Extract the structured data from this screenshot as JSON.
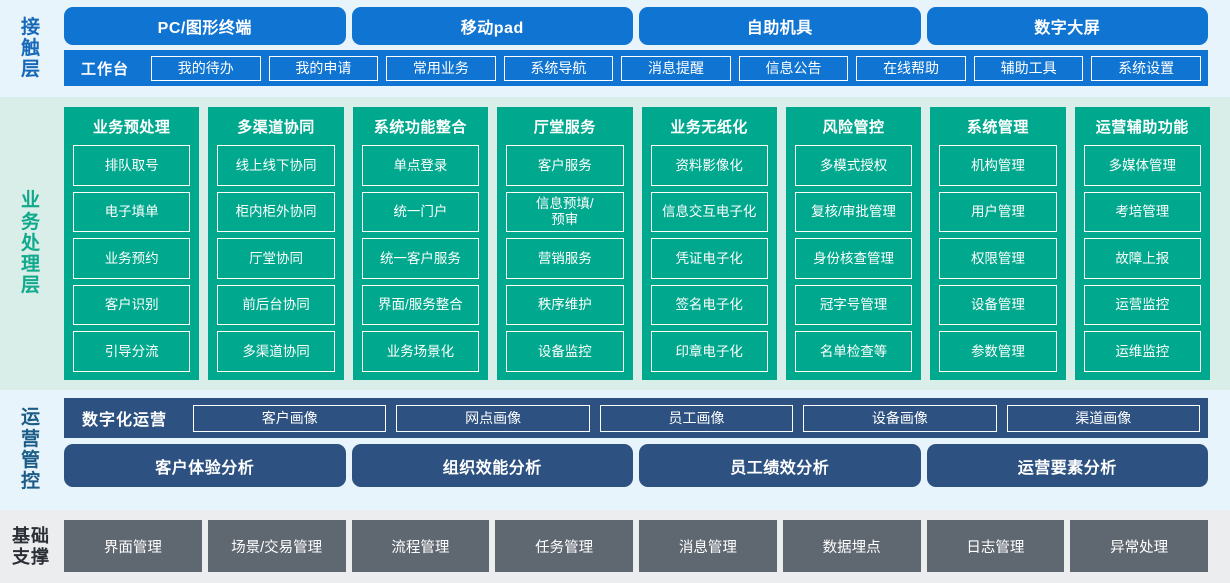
{
  "layers": {
    "contact": {
      "label": "接触层",
      "channels": [
        "PC/图形终端",
        "移动pad",
        "自助机具",
        "数字大屏"
      ],
      "workbench_title": "工作台",
      "workbench_items": [
        "我的待办",
        "我的申请",
        "常用业务",
        "系统导航",
        "消息提醒",
        "信息公告",
        "在线帮助",
        "辅助工具",
        "系统设置"
      ],
      "colors": {
        "chip": "#1074D2",
        "background": "#E8F4FC",
        "label": "#1668B8"
      }
    },
    "business": {
      "label": "业务处理层",
      "colors": {
        "panel": "#00A98D",
        "background": "#D9EDE9",
        "label": "#0FA98C"
      },
      "columns": [
        {
          "title": "业务预处理",
          "items": [
            "排队取号",
            "电子填单",
            "业务预约",
            "客户识别",
            "引导分流"
          ]
        },
        {
          "title": "多渠道协同",
          "items": [
            "线上线下协同",
            "柜内柜外协同",
            "厅堂协同",
            "前后台协同",
            "多渠道协同"
          ]
        },
        {
          "title": "系统功能整合",
          "items": [
            "单点登录",
            "统一门户",
            "统一客户服务",
            "界面/服务整合",
            "业务场景化"
          ]
        },
        {
          "title": "厅堂服务",
          "items": [
            "客户服务",
            "信息预填/\n预审",
            "营销服务",
            "秩序维护",
            "设备监控"
          ]
        },
        {
          "title": "业务无纸化",
          "items": [
            "资料影像化",
            "信息交互电子化",
            "凭证电子化",
            "签名电子化",
            "印章电子化"
          ]
        },
        {
          "title": "风险管控",
          "items": [
            "多模式授权",
            "复核/审批管理",
            "身份核查管理",
            "冠字号管理",
            "名单检查等"
          ]
        },
        {
          "title": "系统管理",
          "items": [
            "机构管理",
            "用户管理",
            "权限管理",
            "设备管理",
            "参数管理"
          ]
        },
        {
          "title": "运营辅助功能",
          "items": [
            "多媒体管理",
            "考培管理",
            "故障上报",
            "运营监控",
            "运维监控"
          ]
        }
      ]
    },
    "operations": {
      "label": "运营管控",
      "digital_title": "数字化运营",
      "portrait_items": [
        "客户画像",
        "网点画像",
        "员工画像",
        "设备画像",
        "渠道画像"
      ],
      "analysis_items": [
        "客户体验分析",
        "组织效能分析",
        "员工绩效分析",
        "运营要素分析"
      ],
      "colors": {
        "panel": "#2D5180",
        "background": "#E8F4FC",
        "label": "#1B5C86"
      }
    },
    "foundation": {
      "label_line1": "基础",
      "label_line2": "支撑",
      "items": [
        "界面管理",
        "场景/交易管理",
        "流程管理",
        "任务管理",
        "消息管理",
        "数据埋点",
        "日志管理",
        "异常处理"
      ],
      "colors": {
        "chip": "#5F6771",
        "background": "#ECEDEE",
        "label": "#2B2F36"
      }
    }
  }
}
